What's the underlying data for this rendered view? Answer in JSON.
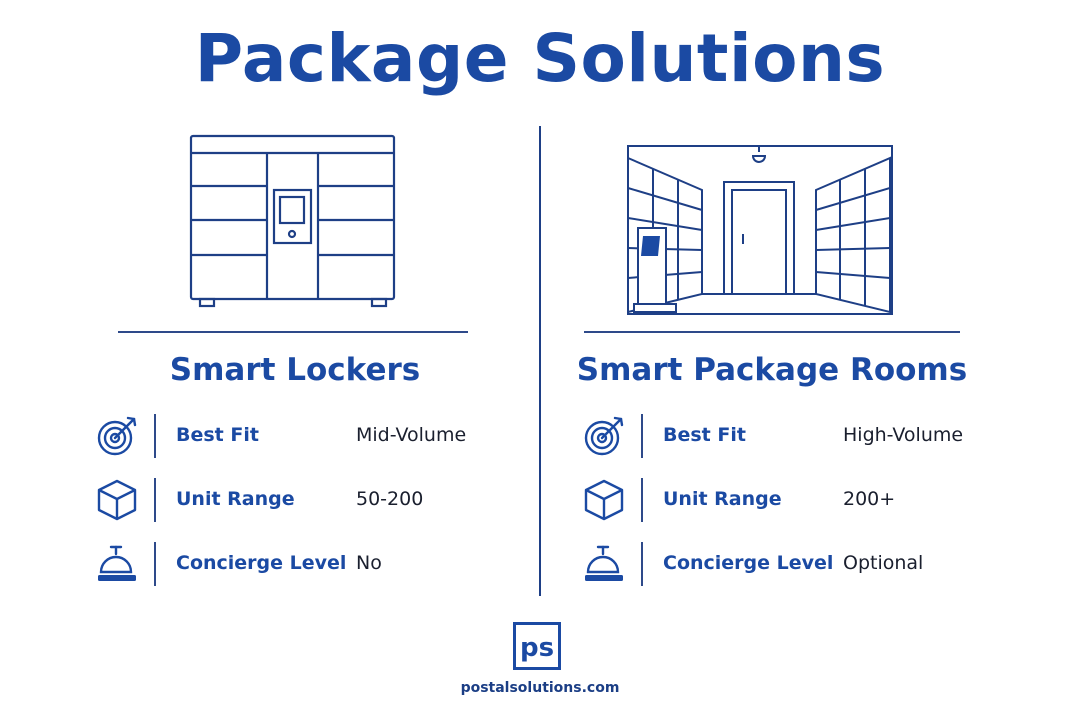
{
  "page": {
    "title": "Package Solutions"
  },
  "left": {
    "title": "Smart Lockers",
    "rows": [
      {
        "icon": "target-icon",
        "label": "Best Fit",
        "value": "Mid-Volume"
      },
      {
        "icon": "cube-icon",
        "label": "Unit Range",
        "value": "50-200"
      },
      {
        "icon": "service-bell-icon",
        "label": "Concierge Level",
        "value": "No"
      }
    ]
  },
  "right": {
    "title": "Smart Package Rooms",
    "rows": [
      {
        "icon": "target-icon",
        "label": "Best Fit",
        "value": "High-Volume"
      },
      {
        "icon": "cube-icon",
        "label": "Unit Range",
        "value": "200+"
      },
      {
        "icon": "service-bell-icon",
        "label": "Concierge Level",
        "value": "Optional"
      }
    ]
  },
  "footer": {
    "logo_text": "ps",
    "url": "postalsolutions.com"
  },
  "colors": {
    "primary": "#1b4aa3",
    "line": "#1e3f86",
    "text_dark": "#1a1f2e"
  }
}
